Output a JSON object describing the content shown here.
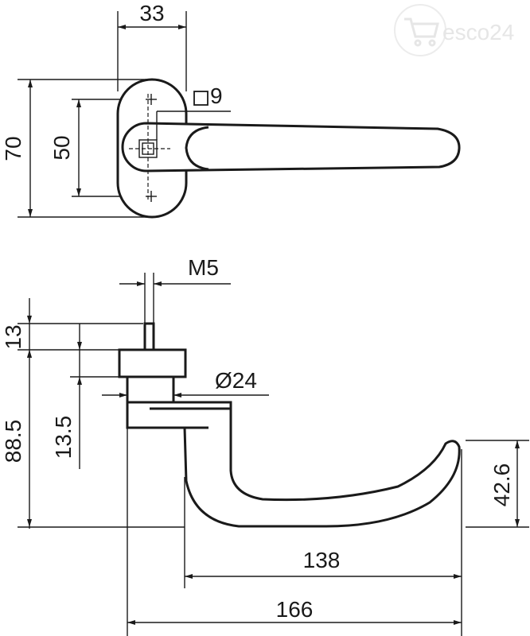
{
  "watermark": {
    "brand": "esco24",
    "icon": "shopping-cart-icon",
    "color": "#e6e6e6"
  },
  "top_view": {
    "width": "33",
    "height": "70",
    "hole_spacing": "50",
    "square": "9"
  },
  "side_view": {
    "thread": "M5",
    "stud_length": "13",
    "rose_height": "13.5",
    "diameter": "Ø24",
    "total_height": "88.5",
    "lever_height": "42.6",
    "lever_length": "138",
    "total_length": "166"
  }
}
